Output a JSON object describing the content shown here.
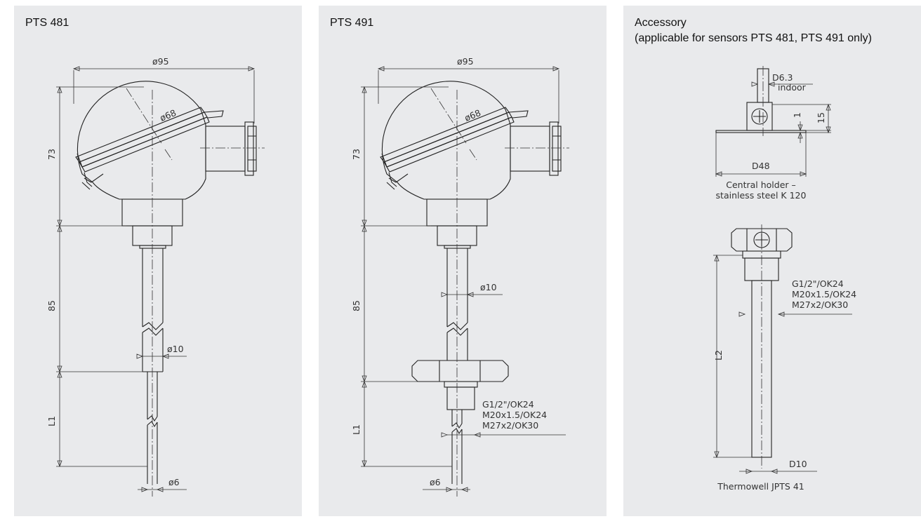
{
  "panels": [
    {
      "title": "PTS 481",
      "labels": {
        "dia_head": "ø95",
        "dia_cap": "ø68",
        "h_head": "73",
        "h_neck": "85",
        "dia_neck": "ø10",
        "length": "L1",
        "dia_tip": "ø6"
      }
    },
    {
      "title": "PTS 491",
      "labels": {
        "dia_head": "ø95",
        "dia_cap": "ø68",
        "h_head": "73",
        "h_neck": "85",
        "dia_neck": "ø10",
        "length": "L1",
        "dia_tip": "ø6"
      },
      "thread_options": [
        "G1/2\"/OK24",
        "M20x1.5/OK24",
        "M27x2/OK30"
      ]
    },
    {
      "title": "Accessory",
      "subtitle": "(applicable for sensors PTS 481, PTS 491 only)",
      "holder": {
        "d_pin": "D6.3",
        "note": "indoor",
        "gap": "1",
        "height": "15",
        "d_plate": "D48",
        "caption_1": "Central holder –",
        "caption_2": "stainless steel K 120"
      },
      "thermowell": {
        "thread_options": [
          "G1/2\"/OK24",
          "M20x1.5/OK24",
          "M27x2/OK30"
        ],
        "length": "L2",
        "d_tube": "D10",
        "caption": "Thermowell JPTS 41"
      }
    }
  ]
}
